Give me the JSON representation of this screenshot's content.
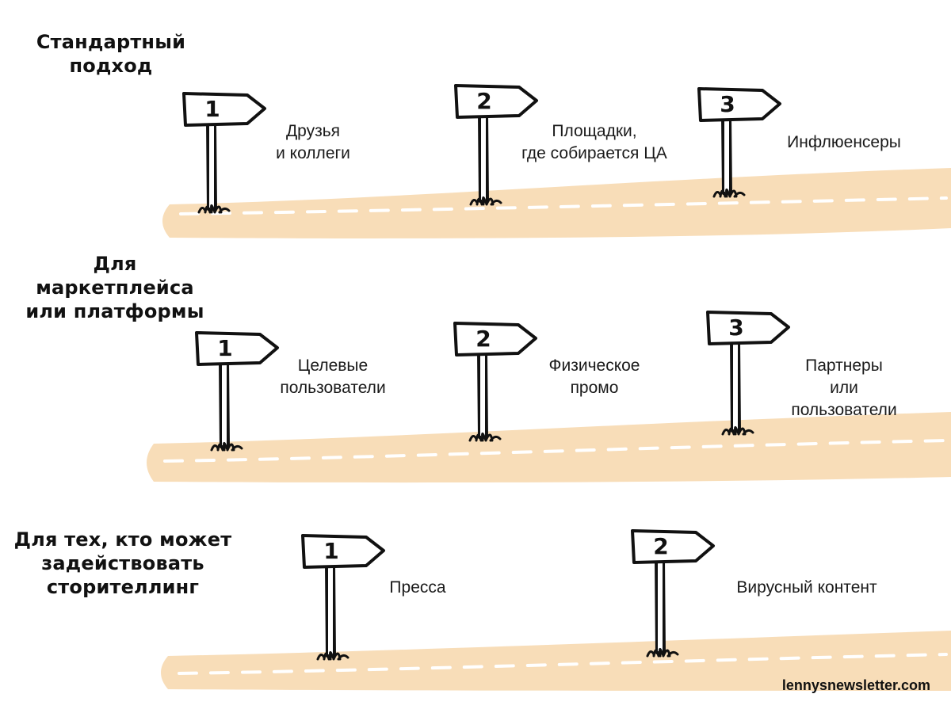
{
  "colors": {
    "road": "#f8ddb8",
    "road_dash": "#ffffff",
    "ink": "#111111",
    "sign_fill": "#ffffff"
  },
  "rows": [
    {
      "title": "Стандартный\nподход",
      "steps": [
        {
          "number": "1",
          "label": "Друзья\nи коллеги"
        },
        {
          "number": "2",
          "label": "Площадки,\nгде собирается ЦА"
        },
        {
          "number": "3",
          "label": "Инфлюенсеры"
        }
      ]
    },
    {
      "title": "Для\nмаркетплейса\nили платформы",
      "steps": [
        {
          "number": "1",
          "label": "Целевые\nпользователи"
        },
        {
          "number": "2",
          "label": "Физическое\nпромо"
        },
        {
          "number": "3",
          "label": "Партнеры\nили пользователи"
        }
      ]
    },
    {
      "title": "Для тех, кто может\nзадействовать\nсторителлинг",
      "steps": [
        {
          "number": "1",
          "label": "Пресса"
        },
        {
          "number": "2",
          "label": "Вирусный контент"
        }
      ]
    }
  ],
  "watermark": "lennysnewsletter.com"
}
